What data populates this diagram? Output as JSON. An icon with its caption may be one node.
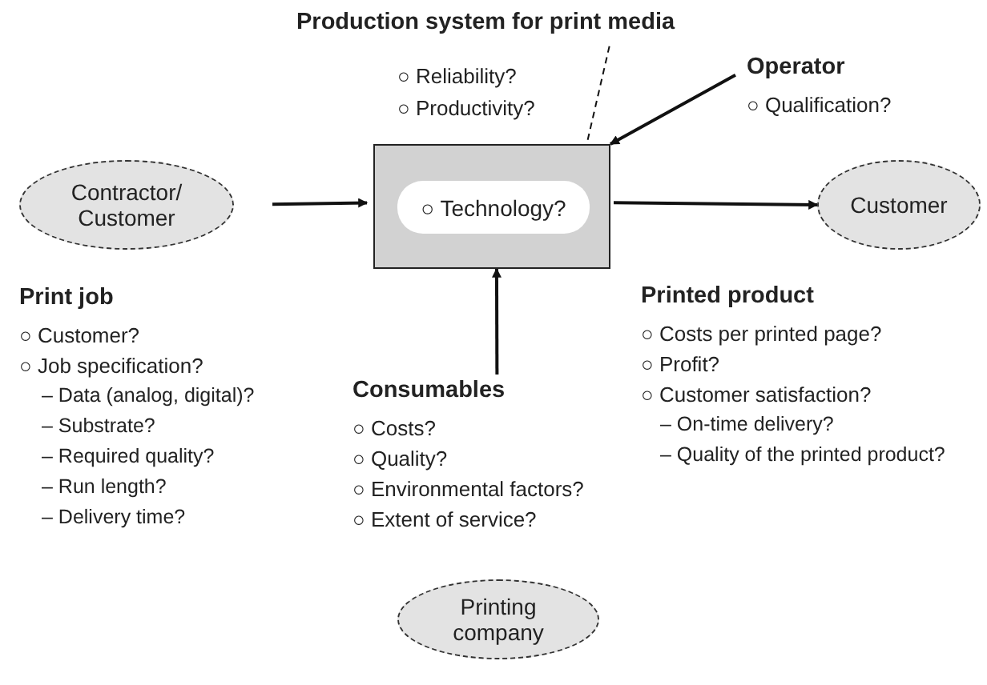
{
  "diagram": {
    "nodes": [
      {
        "text": [
          "Contractor/ Customer"
        ]
      },
      {
        "text": [],
        "shape": "box"
      },
      {
        "text": [
          "○ Technology?"
        ],
        "in": 1
      },
      {
        "text": [
          "Production system for print media"
        ]
      },
      {
        "text": [
          "Customer"
        ]
      },
      {
        "text": [
          "Printing company"
        ]
      },
      {
        "text": [
          "Operator"
        ],
        "beside": [
          "○ Qualification?"
        ]
      },
      {
        "text": [
          "Consumables"
        ],
        "beside": [
          "○ Costs?",
          "○ Quality?",
          "○ Environmental factors?",
          "○ Extent of service?"
        ]
      }
    ],
    "edges": [
      {
        "from": 0,
        "to": 1,
        "arrow": "to"
      },
      {
        "from": 1,
        "to": 4,
        "arrow": "to"
      },
      {
        "from": 6,
        "to": 1,
        "arrow": "to"
      },
      {
        "from": 7,
        "to": 1,
        "arrow": "to"
      },
      {
        "from": 3,
        "to": 1,
        "arrow": "none",
        "style": "dashed"
      }
    ],
    "labels": [
      "○ Reliability?",
      "○ Productivity?",
      "Print job",
      "○ Customer?",
      "○ Job specification?",
      "– Data (analog, digital)?",
      "– Substrate?",
      "– Required quality?",
      "– Run length?",
      "– Delivery time?",
      "Printed product",
      "○ Costs per printed page?",
      "○ Profit?",
      "○ Customer satisfaction?",
      "– On-time delivery?",
      "– Quality of the printed product?"
    ]
  }
}
